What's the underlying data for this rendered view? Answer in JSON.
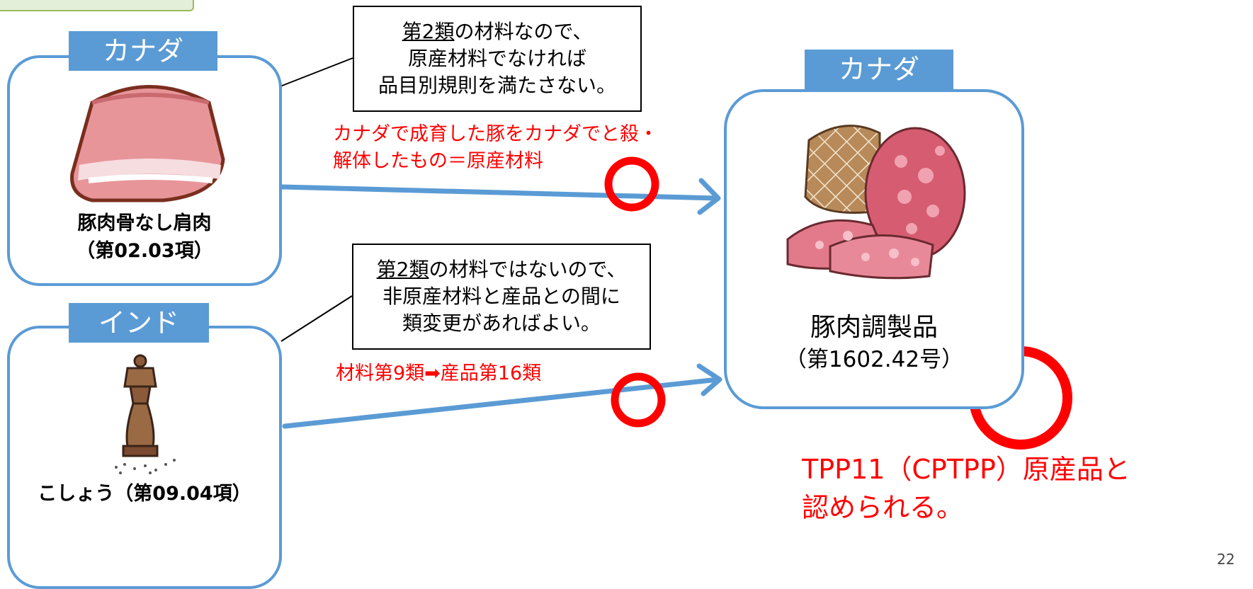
{
  "canada_left": {
    "tab": "カナダ",
    "item_name": "豚肉骨なし肩肉",
    "item_heading": "（第02.03項）"
  },
  "india": {
    "tab": "インド",
    "item": "こしょう（第09.04項）"
  },
  "canada_right": {
    "tab": "カナダ",
    "product_name": "豚肉調製品",
    "product_heading": "（第1602.42号）"
  },
  "callout_top": {
    "lines": [
      "第2類の材料なので、",
      "原産材料でなければ",
      "品目別規則を満たさない。"
    ],
    "underlined": "第2類"
  },
  "callout_bottom": {
    "lines": [
      "第2類の材料ではないので、",
      "非原産材料と産品との間に",
      "類変更があればよい。"
    ],
    "underlined": "第2類"
  },
  "note_top": {
    "lines": [
      "カナダで成育した豚をカナダでと殺・",
      "解体したもの＝原産材料"
    ]
  },
  "note_bottom": {
    "text": "材料第9類➡産品第16類"
  },
  "result": {
    "lines": [
      "TPP11（CPTPP）原産品と",
      "認められる。"
    ]
  },
  "page_number": "22",
  "colors": {
    "box_border": "#5b9bd5",
    "arrow": "#5b9bd5",
    "mark": "#ff0000",
    "note_text": "#ff0000"
  },
  "icons": [
    "pork-shoulder-icon",
    "pepper-mill-icon",
    "sausage-ham-icon",
    "circle-mark-icon",
    "arrow-icon"
  ]
}
